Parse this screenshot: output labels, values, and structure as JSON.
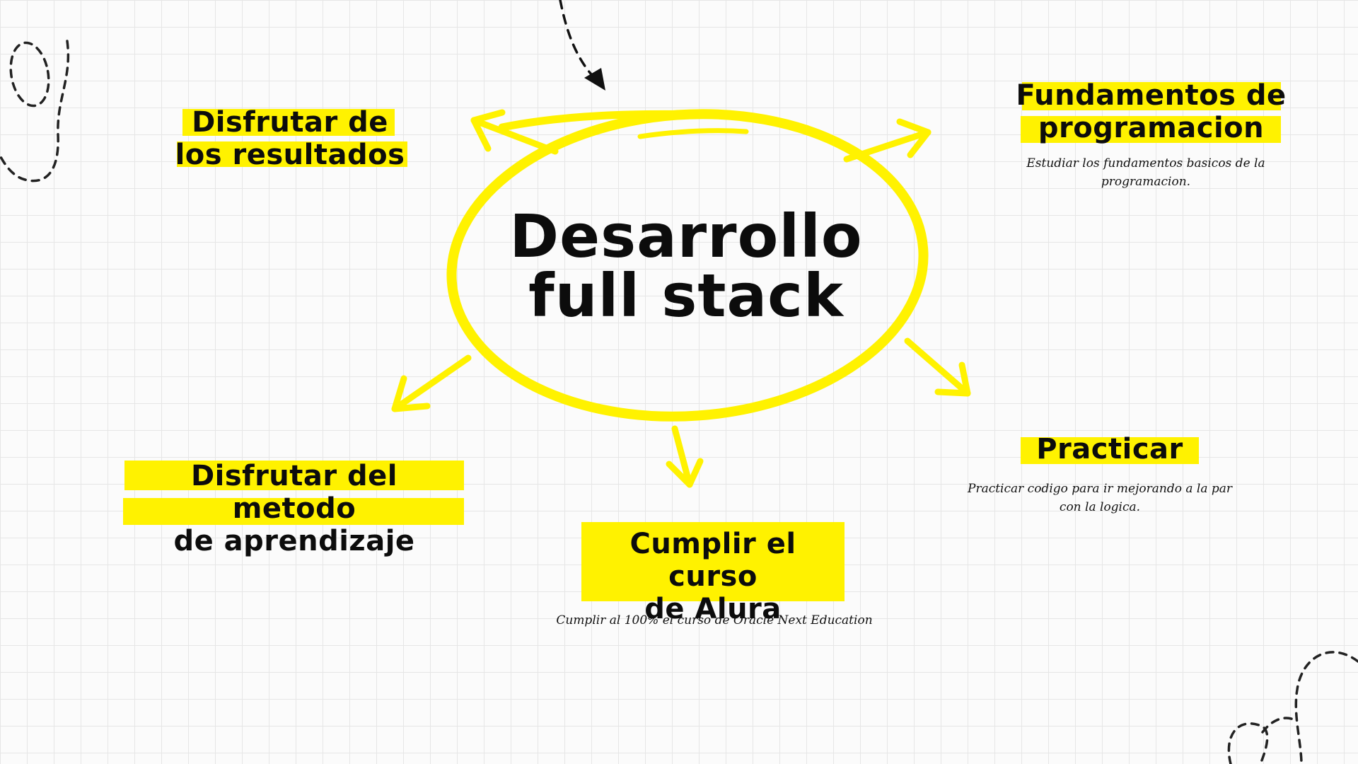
{
  "center": {
    "line1": "Desarrollo",
    "line2": "full stack"
  },
  "nodes": {
    "fundamentos": {
      "line1": "Fundamentos de",
      "line2": "programacion",
      "desc_line1": "Estudiar los fundamentos basicos de la",
      "desc_line2": "programacion."
    },
    "practicar": {
      "title": "Practicar",
      "desc_line1": "Practicar codigo para ir mejorando a la par",
      "desc_line2": "con la logica."
    },
    "cumplir": {
      "line1": "Cumplir el curso",
      "line2": "de Alura",
      "desc": "Cumplir al 100% el curso de Oracle Next Education"
    },
    "metodo": {
      "line1": "Disfrutar del metodo",
      "line2": "de aprendizaje"
    },
    "resultados": {
      "line1": "Disfrutar de",
      "line2": "los resultados"
    }
  },
  "colors": {
    "accent": "#fff200",
    "ink": "#0c0c0c",
    "grid": "#e6e6e6",
    "background": "#fbfbfb"
  }
}
